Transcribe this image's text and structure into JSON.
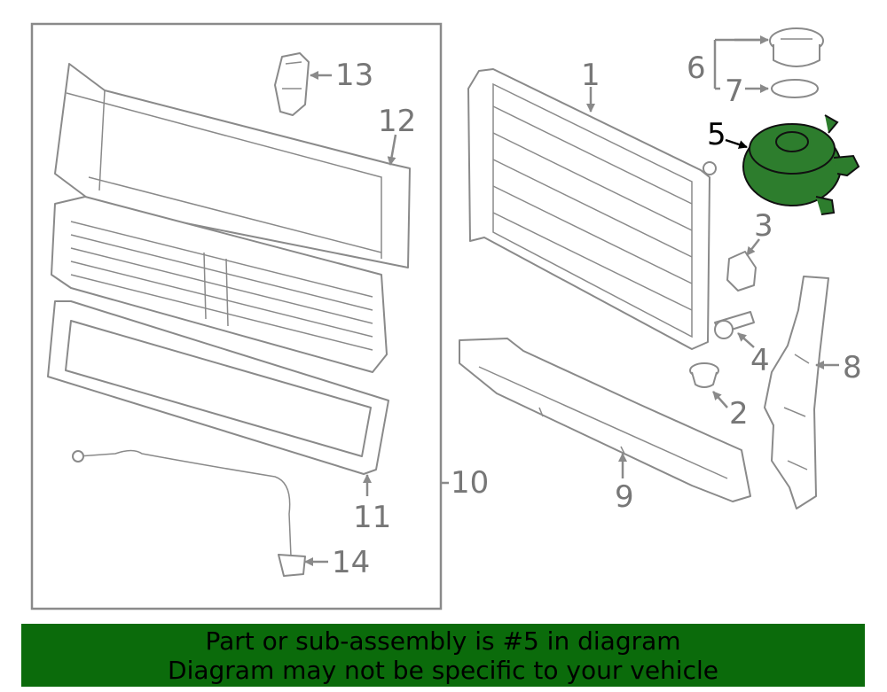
{
  "colors": {
    "highlight_part": "#2d7d2d",
    "banner_background": "#0b6b0b",
    "callout_inactive": "#777777",
    "callout_active": "#000000"
  },
  "callouts": {
    "c1": "1",
    "c2": "2",
    "c3": "3",
    "c4": "4",
    "c5": "5",
    "c6": "6",
    "c7": "7",
    "c8": "8",
    "c9": "9",
    "c10": "10",
    "c11": "11",
    "c12": "12",
    "c13": "13",
    "c14": "14"
  },
  "highlighted_part": "5",
  "banner": {
    "line1": "Part or sub-assembly is #5 in diagram",
    "line2": "Diagram may not be specific to your vehicle"
  }
}
